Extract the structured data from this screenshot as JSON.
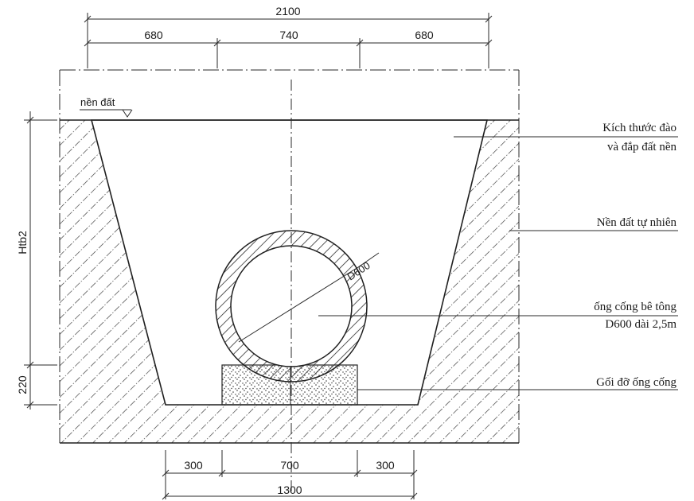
{
  "dimensions": {
    "top_total": "2100",
    "top_left": "680",
    "top_middle": "740",
    "top_right": "680",
    "bottom_left": "300",
    "bottom_middle": "700",
    "bottom_right": "300",
    "bottom_total": "1300",
    "left_height": "Htb2",
    "left_base": "220"
  },
  "labels": {
    "ground_level": "nền đất",
    "pipe_diameter": "D600",
    "excavation_line1": "Kích thước đào",
    "excavation_line2": "và đắp đất nền",
    "natural_ground": "Nền đất tự nhiên",
    "pipe_line1": "ống cống bê tông",
    "pipe_line2": "D600 dài 2,5m",
    "pipe_support": "Gối đỡ ống cống"
  }
}
